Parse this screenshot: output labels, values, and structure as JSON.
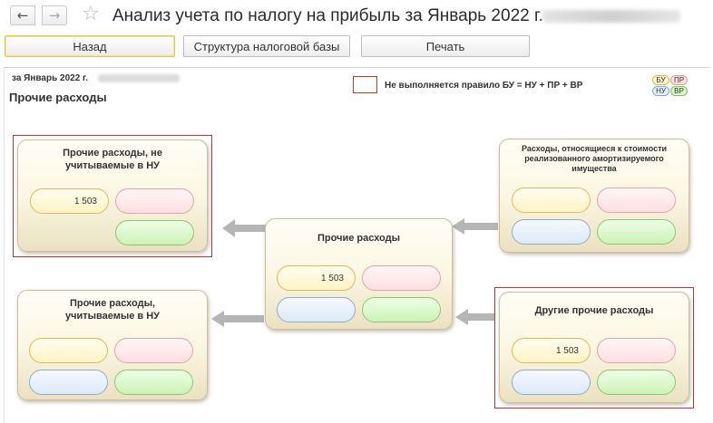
{
  "window": {
    "title": "Анализ учета по налогу на прибыль за Январь 2022 г."
  },
  "icons": {
    "back": "arrow-left-icon",
    "forward": "arrow-right-icon",
    "favorite": "star-icon"
  },
  "toolbar": {
    "back_label": "Назад",
    "structure_label": "Структура налоговой базы",
    "print_label": "Печать"
  },
  "report": {
    "period": "за Январь 2022 г.",
    "section_title": "Прочие расходы",
    "legend_text": "Не выполняется правило БУ = НУ + ПР + ВР",
    "tags": {
      "bu": "БУ",
      "pr": "ПР",
      "nu": "НУ",
      "vr": "ВР"
    }
  },
  "colors": {
    "violation_border": "#b9333d",
    "bu": "#fff4c6",
    "pr": "#ffdfe0",
    "nu": "#dde9f7",
    "vr": "#cdf1b7"
  },
  "nodes": {
    "not_counted": {
      "title": "Прочие расходы, не учитываемые в НУ",
      "bu": "1 503",
      "pr": "",
      "vr": "",
      "violation": true
    },
    "counted": {
      "title": "Прочие расходы, учитываемые в НУ",
      "bu": "",
      "pr": "",
      "nu": "",
      "vr": "",
      "violation": false
    },
    "center": {
      "title": "Прочие расходы",
      "bu": "1 503",
      "pr": "",
      "nu": "",
      "vr": "",
      "violation": false
    },
    "depreciable": {
      "title": "Расходы, относящиеся к стоимости реализованного амортизируемого имущества",
      "bu": "",
      "pr": "",
      "nu": "",
      "vr": "",
      "violation": false
    },
    "other": {
      "title": "Другие прочие расходы",
      "bu": "1 503",
      "pr": "",
      "nu": "",
      "vr": "",
      "violation": true
    }
  }
}
